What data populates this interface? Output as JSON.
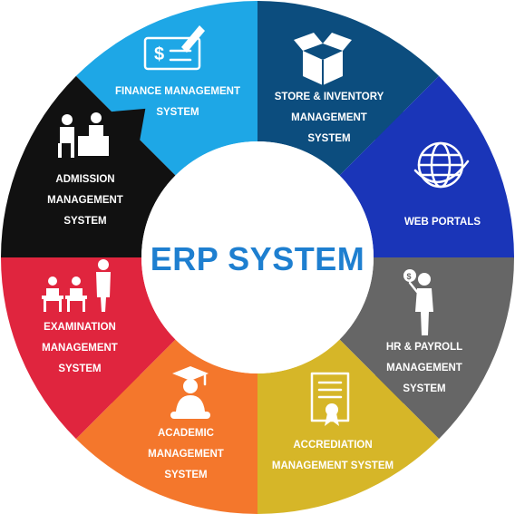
{
  "center": {
    "title": "ERP SYSTEM"
  },
  "colors": {
    "finance": "#1ea7e6",
    "store": "#0c4d7e",
    "web": "#1a35b8",
    "hr": "#666666",
    "accreditation": "#d6b628",
    "academic": "#f4772c",
    "examination": "#e0253e",
    "admission": "#111111",
    "center_text": "#1e7fd0"
  },
  "segments": [
    {
      "key": "finance",
      "icon": "cheque-icon",
      "lines": [
        "FINANCE MANAGEMENT",
        "SYSTEM"
      ]
    },
    {
      "key": "store",
      "icon": "open-box-icon",
      "lines": [
        "STORE & INVENTORY",
        "MANAGEMENT",
        "SYSTEM"
      ]
    },
    {
      "key": "web",
      "icon": "globe-icon",
      "lines": [
        "WEB PORTALS"
      ]
    },
    {
      "key": "hr",
      "icon": "person-money-bag-icon",
      "lines": [
        "HR & PAYROLL",
        "MANAGEMENT",
        "SYSTEM"
      ]
    },
    {
      "key": "accreditation",
      "icon": "certificate-icon",
      "lines": [
        "ACCREDIATION",
        "MANAGEMENT SYSTEM"
      ]
    },
    {
      "key": "academic",
      "icon": "graduate-icon",
      "lines": [
        "ACADEMIC",
        "MANAGEMENT",
        "SYSTEM"
      ]
    },
    {
      "key": "examination",
      "icon": "exam-room-icon",
      "lines": [
        "EXAMINATION",
        "MANAGEMENT",
        "SYSTEM"
      ]
    },
    {
      "key": "admission",
      "icon": "interview-desk-icon",
      "lines": [
        "ADMISSION",
        "MANAGEMENT",
        "SYSTEM"
      ]
    }
  ]
}
